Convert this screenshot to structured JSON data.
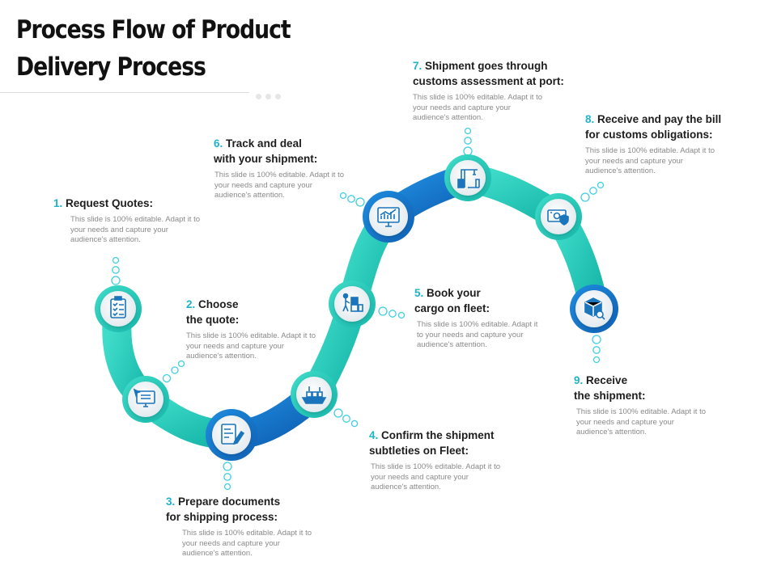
{
  "title": {
    "line1": "Process Flow of Product",
    "line2": "Delivery Process"
  },
  "colors": {
    "teal": "#2fd3c3",
    "teal_dark": "#18b6a8",
    "blue": "#1672c9",
    "number": "#1fb3c8",
    "node_fill": "#eef3f5",
    "icon": "#1b75bc"
  },
  "steps": [
    {
      "number": "1.",
      "title_lines": [
        "Request Quotes:"
      ],
      "description": "This slide is 100% editable. Adapt it to your needs and capture your audience's attention.",
      "icon": "checklist-clipboard-icon"
    },
    {
      "number": "2.",
      "title_lines": [
        "Choose",
        "the quote:"
      ],
      "description": "This slide is 100% editable. Adapt it to your needs and capture your audience's attention.",
      "icon": "computer-pointer-icon"
    },
    {
      "number": "3.",
      "title_lines": [
        "Prepare documents",
        "for shipping process:"
      ],
      "description": "This slide is 100% editable. Adapt it to your needs and capture your audience's attention.",
      "icon": "document-pen-icon"
    },
    {
      "number": "4.",
      "title_lines": [
        "Confirm the shipment",
        "subtleties on Fleet:"
      ],
      "description": "This slide is 100% editable. Adapt it to your needs and capture your audience's attention.",
      "icon": "cargo-ship-icon"
    },
    {
      "number": "5.",
      "title_lines": [
        "Book your",
        "cargo on fleet:"
      ],
      "description": "This slide is 100% editable. Adapt it to your needs and capture your audience's attention.",
      "icon": "hand-truck-boxes-icon"
    },
    {
      "number": "6.",
      "title_lines": [
        "Track and deal",
        "with your shipment:"
      ],
      "description": "This slide is 100% editable. Adapt it to your needs and capture your audience's attention.",
      "icon": "monitor-chart-icon"
    },
    {
      "number": "7.",
      "title_lines": [
        "Shipment goes through",
        "customs assessment at port:"
      ],
      "description": "This slide is 100% editable. Adapt it to your needs and capture your audience's attention.",
      "icon": "port-crane-icon"
    },
    {
      "number": "8.",
      "title_lines": [
        "Receive and pay the bill",
        "for customs obligations:"
      ],
      "description": "This slide is 100% editable. Adapt it to your needs and capture your audience's attention.",
      "icon": "bill-payment-icon"
    },
    {
      "number": "9.",
      "title_lines": [
        "Receive",
        "the shipment:"
      ],
      "description": "This slide is 100% editable. Adapt it to your needs and capture your audience's attention.",
      "icon": "package-search-icon"
    }
  ]
}
